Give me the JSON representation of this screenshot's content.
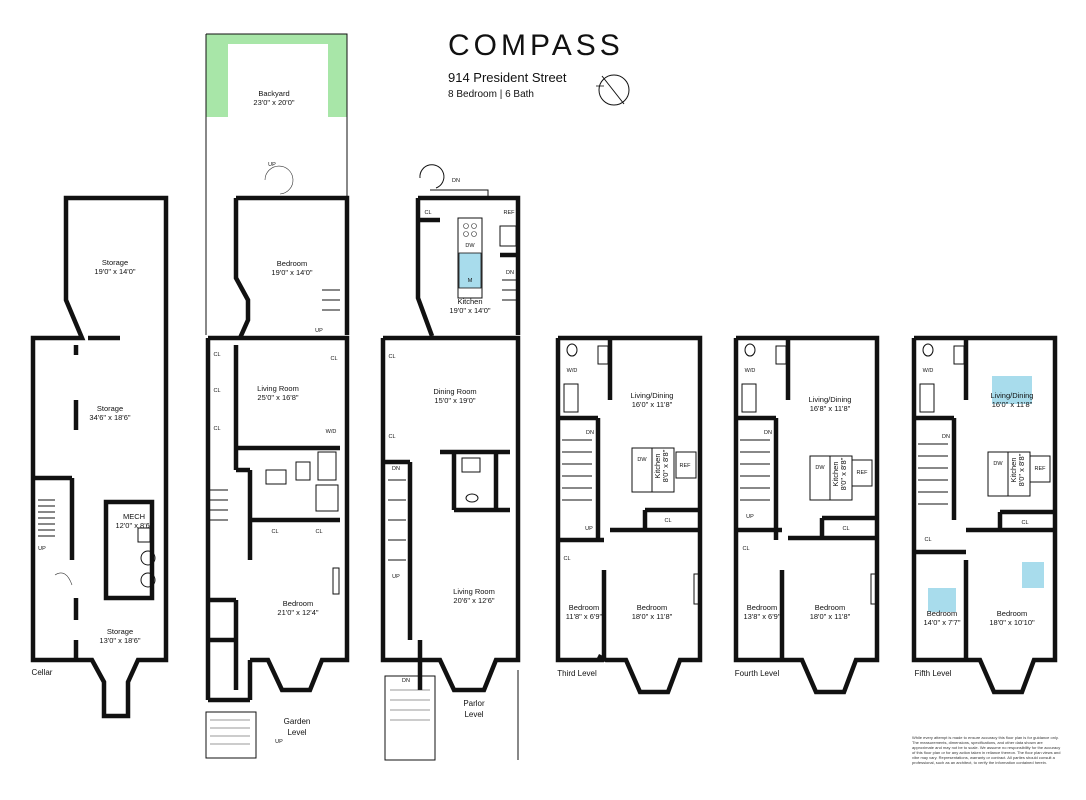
{
  "header": {
    "brand": "COMPASS",
    "address": "914 President Street",
    "summary": "8 Bedroom | 6 Bath"
  },
  "levels": {
    "cellar": "Cellar",
    "garden": "Garden\nLevel",
    "garden_line1": "Garden",
    "garden_line2": "Level",
    "parlor_line1": "Parlor",
    "parlor_line2": "Level",
    "third": "Third Level",
    "fourth": "Fourth Level",
    "fifth": "Fifth Level"
  },
  "rooms": {
    "cellar_storage_top": {
      "name": "Storage",
      "dim": "19'0\" x 14'0\""
    },
    "cellar_storage_mid": {
      "name": "Storage",
      "dim": "34'6\" x 18'6\""
    },
    "cellar_mech": {
      "name": "MECH",
      "dim": "12'0\" x 8'6\""
    },
    "cellar_storage_bot": {
      "name": "Storage",
      "dim": "13'0\" x 18'6\""
    },
    "backyard": {
      "name": "Backyard",
      "dim": "23'0\" x 20'0\""
    },
    "garden_bedroom_top": {
      "name": "Bedroom",
      "dim": "19'0\" x 14'0\""
    },
    "garden_living": {
      "name": "Living Room",
      "dim": "25'0\" x 16'8\""
    },
    "garden_bedroom_bot": {
      "name": "Bedroom",
      "dim": "21'0\" x 12'4\""
    },
    "parlor_kitchen": {
      "name": "Kitchen",
      "dim": "19'0\" x 14'0\""
    },
    "parlor_dining": {
      "name": "Dining Room",
      "dim": "15'0\" x 19'0\""
    },
    "parlor_living": {
      "name": "Living Room",
      "dim": "20'6\" x 12'6\""
    },
    "third_living": {
      "name": "Living/Dining",
      "dim": "16'0\" x 11'8\""
    },
    "third_kitchen": {
      "name": "Kitchen",
      "dim": "8'0\" x 8'8\""
    },
    "third_bed_small": {
      "name": "Bedroom",
      "dim": "11'8\" x 6'9\""
    },
    "third_bed_large": {
      "name": "Bedroom",
      "dim": "18'0\" x 11'8\""
    },
    "fourth_living": {
      "name": "Living/Dining",
      "dim": "16'8\" x 11'8\""
    },
    "fourth_kitchen": {
      "name": "Kitchen",
      "dim": "8'0\" x 8'8\""
    },
    "fourth_bed_small": {
      "name": "Bedroom",
      "dim": "13'8\" x 6'9\""
    },
    "fourth_bed_large": {
      "name": "Bedroom",
      "dim": "18'0\" x 11'8\""
    },
    "fifth_living": {
      "name": "Living/Dining",
      "dim": "16'0\" x 11'8\""
    },
    "fifth_kitchen": {
      "name": "Kitchen",
      "dim": "8'0\" x 8'8\""
    },
    "fifth_bed_small": {
      "name": "Bedroom",
      "dim": "14'0\" x 7'7\""
    },
    "fifth_bed_large": {
      "name": "Bedroom",
      "dim": "18'0\" x 10'10\""
    }
  },
  "fixtures": {
    "cl": "CL",
    "up": "UP",
    "dn": "DN",
    "wd": "W/D",
    "dw": "DW",
    "ref": "REF",
    "m": "M"
  },
  "disclaimer": "While every attempt is made to ensure accuracy this floor plan is for guidance only. The measurements, dimensions, specifications, and other data shown are approximate and may not be to scale. We assume no responsibility for the accuracy of this floor plan or for any action taken in reliance thereon. The floor plan views and vibe may vary. Representations, warranty or contract. All parties should consult a professional, such as an architect, to verify the information contained herein.",
  "colors": {
    "wall": "#111111",
    "backyard": "#a8e6a8",
    "skylight": "#a8dcec"
  }
}
